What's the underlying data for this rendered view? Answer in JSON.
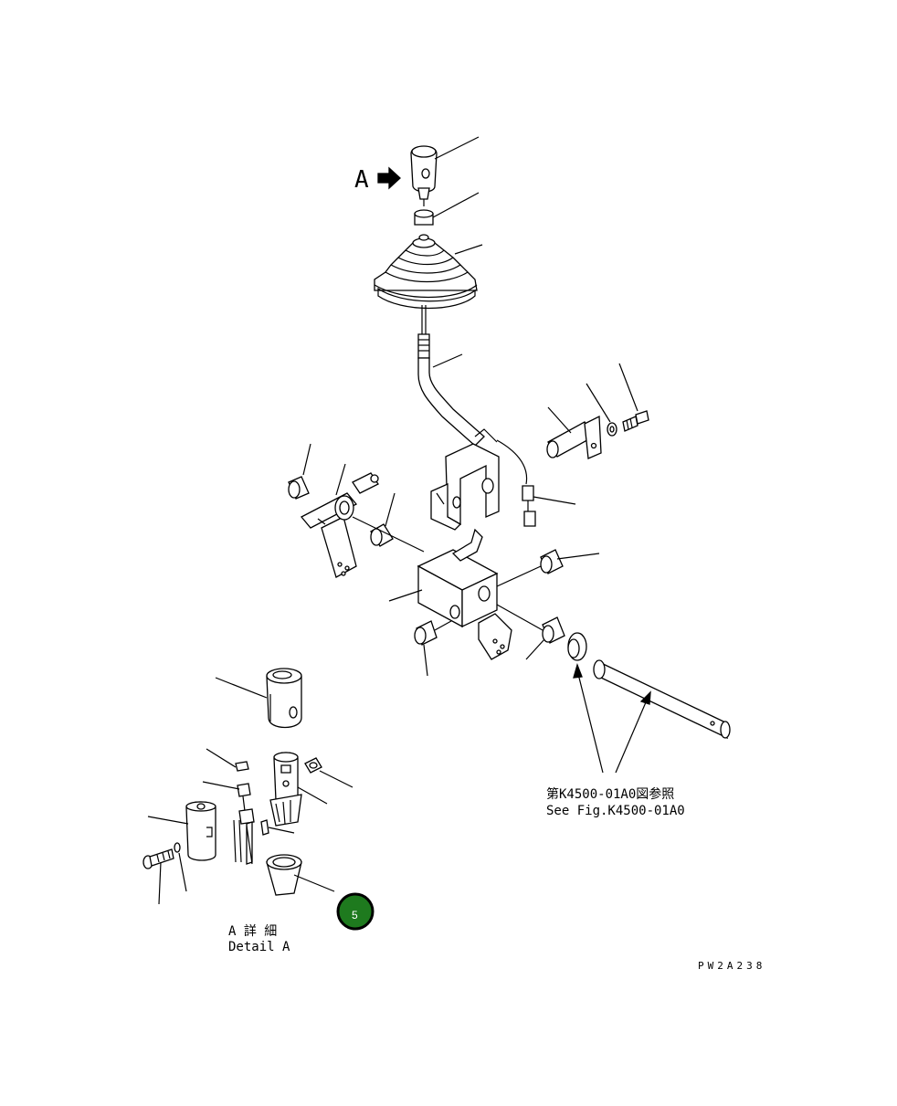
{
  "diagram": {
    "view_arrow_label": "A",
    "reference_note": {
      "line_ja": "第K4500-01A0図参照",
      "line_en": "See Fig.K4500-01A0"
    },
    "detail_caption": {
      "line_ja": "A 詳 細",
      "line_en": "Detail A"
    },
    "callout_badge": {
      "number": "5",
      "color": "#1e7a1e"
    },
    "drawing_code": "PW2A238"
  }
}
